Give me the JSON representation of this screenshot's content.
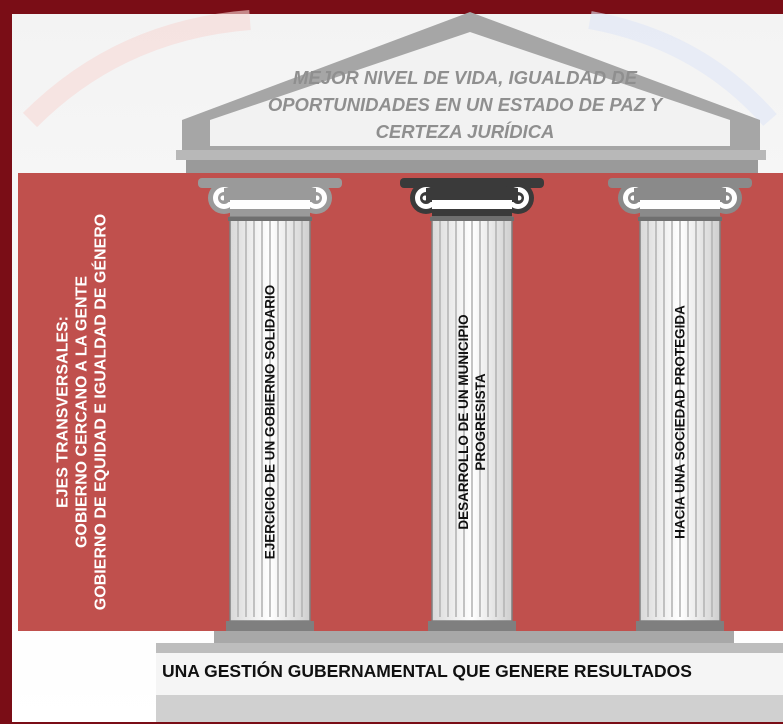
{
  "colors": {
    "frame": "#7a0d16",
    "background_band": "#c0504d",
    "roof": "#a6a6a6",
    "base_slab": "#d0d0d0"
  },
  "roof": {
    "lines": [
      "MEJOR NIVEL DE VIDA, IGUALDAD DE",
      "OPORTUNIDADES  EN UN ESTADO DE PAZ Y",
      "CERTEZA JURÍDICA"
    ]
  },
  "side": {
    "lines": [
      "EJES TRANSVERSALES:",
      "GOBIERNO CERCANO A LA GENTE",
      "GOBIERNO DE EQUIDAD E IGUALDAD DE GÉNERO"
    ]
  },
  "pillars": [
    {
      "lines": [
        "EJERCICIO DE UN GOBIERNO SOLIDARIO"
      ]
    },
    {
      "lines": [
        "DESARROLLO DE UN MUNICIPIO",
        "PROGRESISTA"
      ]
    },
    {
      "lines": [
        "HACIA UNA SOCIEDAD PROTEGIDA"
      ]
    }
  ],
  "base": {
    "text": "UNA GESTIÓN GUBERNAMENTAL QUE GENERE RESULTADOS"
  }
}
